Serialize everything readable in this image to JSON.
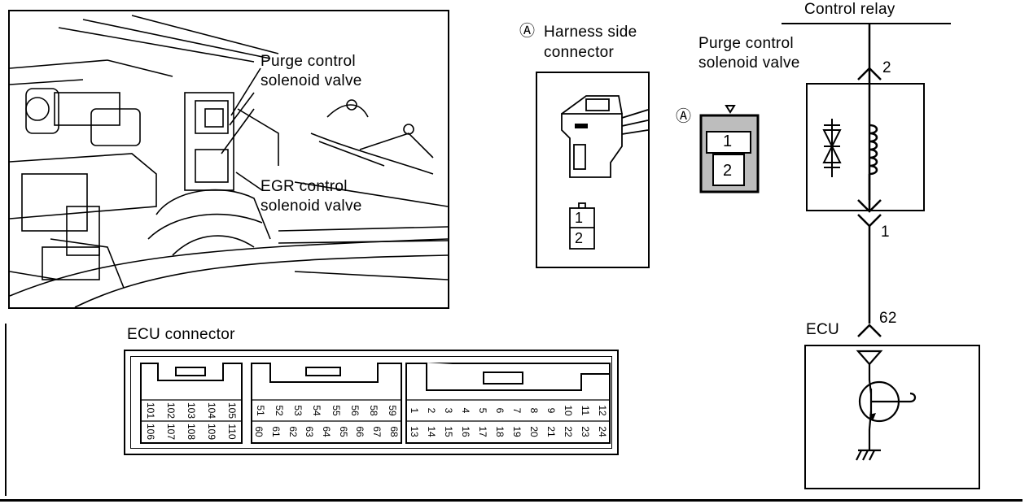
{
  "photo": {
    "labels": {
      "purge_line1": "Purge control",
      "purge_line2": "solenoid valve",
      "egr_line1": "EGR control",
      "egr_line2": "solenoid valve"
    }
  },
  "harness": {
    "marker": "Ⓐ",
    "title_line1": "Harness side",
    "title_line2": "connector",
    "pin1": "1",
    "pin2": "2"
  },
  "valve": {
    "marker": "Ⓐ",
    "title_line1": "Purge control",
    "title_line2": "solenoid valve",
    "pin1": "1",
    "pin2": "2"
  },
  "circuit": {
    "top_label": "Control relay",
    "terminal_top": "2",
    "terminal_bottom": "1",
    "ecu_terminal": "62",
    "ecu_label": "ECU"
  },
  "ecu_connector": {
    "title": "ECU connector",
    "group1_top": [
      "101",
      "102",
      "103",
      "104",
      "105"
    ],
    "group1_bottom": [
      "106",
      "107",
      "108",
      "109",
      "110"
    ],
    "group2_top": [
      "51",
      "52",
      "53",
      "54",
      "55",
      "56",
      "58",
      "59"
    ],
    "group2_bottom": [
      "60",
      "61",
      "62",
      "63",
      "64",
      "65",
      "66",
      "67",
      "68"
    ],
    "group3_top": [
      "1",
      "2",
      "3",
      "4",
      "5",
      "6",
      "7",
      "8",
      "9",
      "10",
      "11",
      "12"
    ],
    "group3_bottom": [
      "13",
      "14",
      "15",
      "16",
      "17",
      "18",
      "19",
      "20",
      "21",
      "22",
      "23",
      "24"
    ]
  },
  "colors": {
    "ink": "#000000",
    "paper": "#ffffff",
    "shade": "#bdbdbd"
  }
}
